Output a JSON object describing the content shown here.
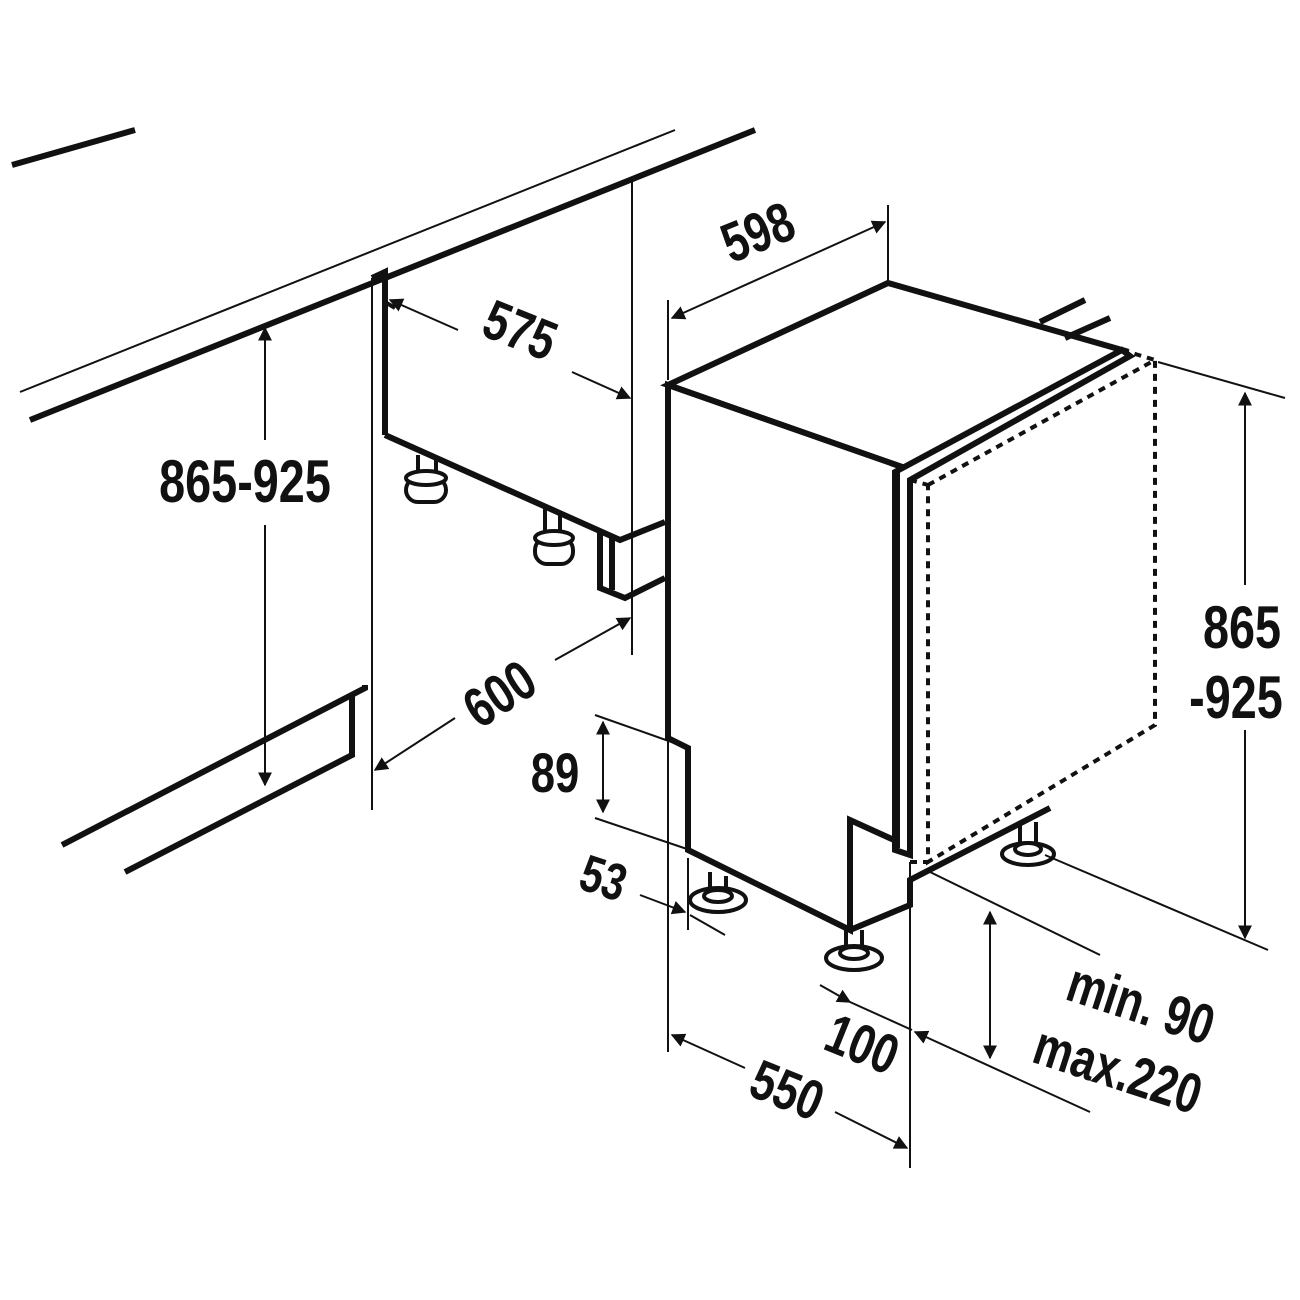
{
  "dimensions": {
    "appliance_width": "598",
    "niche_depth": "575",
    "niche_height": "865-925",
    "niche_width": "600",
    "appliance_height_top": "865",
    "appliance_height_bottom": "-925",
    "plinth_height": "89",
    "plinth_offset": "53",
    "front_gap": "100",
    "appliance_depth": "550",
    "door_overhang_min": "min. 90",
    "door_overhang_max": "max.220"
  },
  "colors": {
    "line": "#111111",
    "background": "#ffffff"
  }
}
